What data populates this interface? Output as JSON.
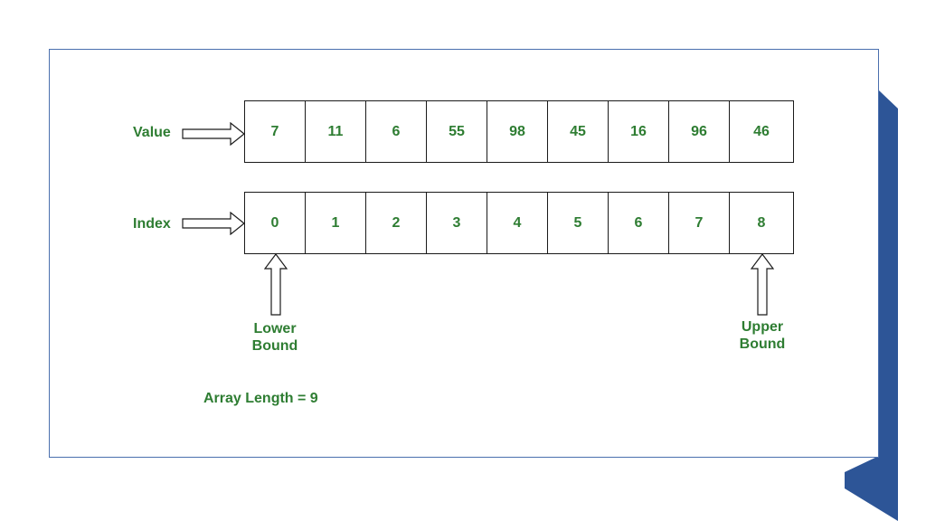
{
  "colors": {
    "label": "#2e7d32",
    "accent": "#2d5597",
    "border": "#1a1a1a",
    "frame": "#4a6fae"
  },
  "value_row": {
    "label": "Value",
    "cells": [
      "7",
      "11",
      "6",
      "55",
      "98",
      "45",
      "16",
      "96",
      "46"
    ]
  },
  "index_row": {
    "label": "Index",
    "cells": [
      "0",
      "1",
      "2",
      "3",
      "4",
      "5",
      "6",
      "7",
      "8"
    ]
  },
  "lower_bound": {
    "line1": "Lower",
    "line2": "Bound"
  },
  "upper_bound": {
    "line1": "Upper",
    "line2": "Bound"
  },
  "array_length": "Array Length = 9"
}
